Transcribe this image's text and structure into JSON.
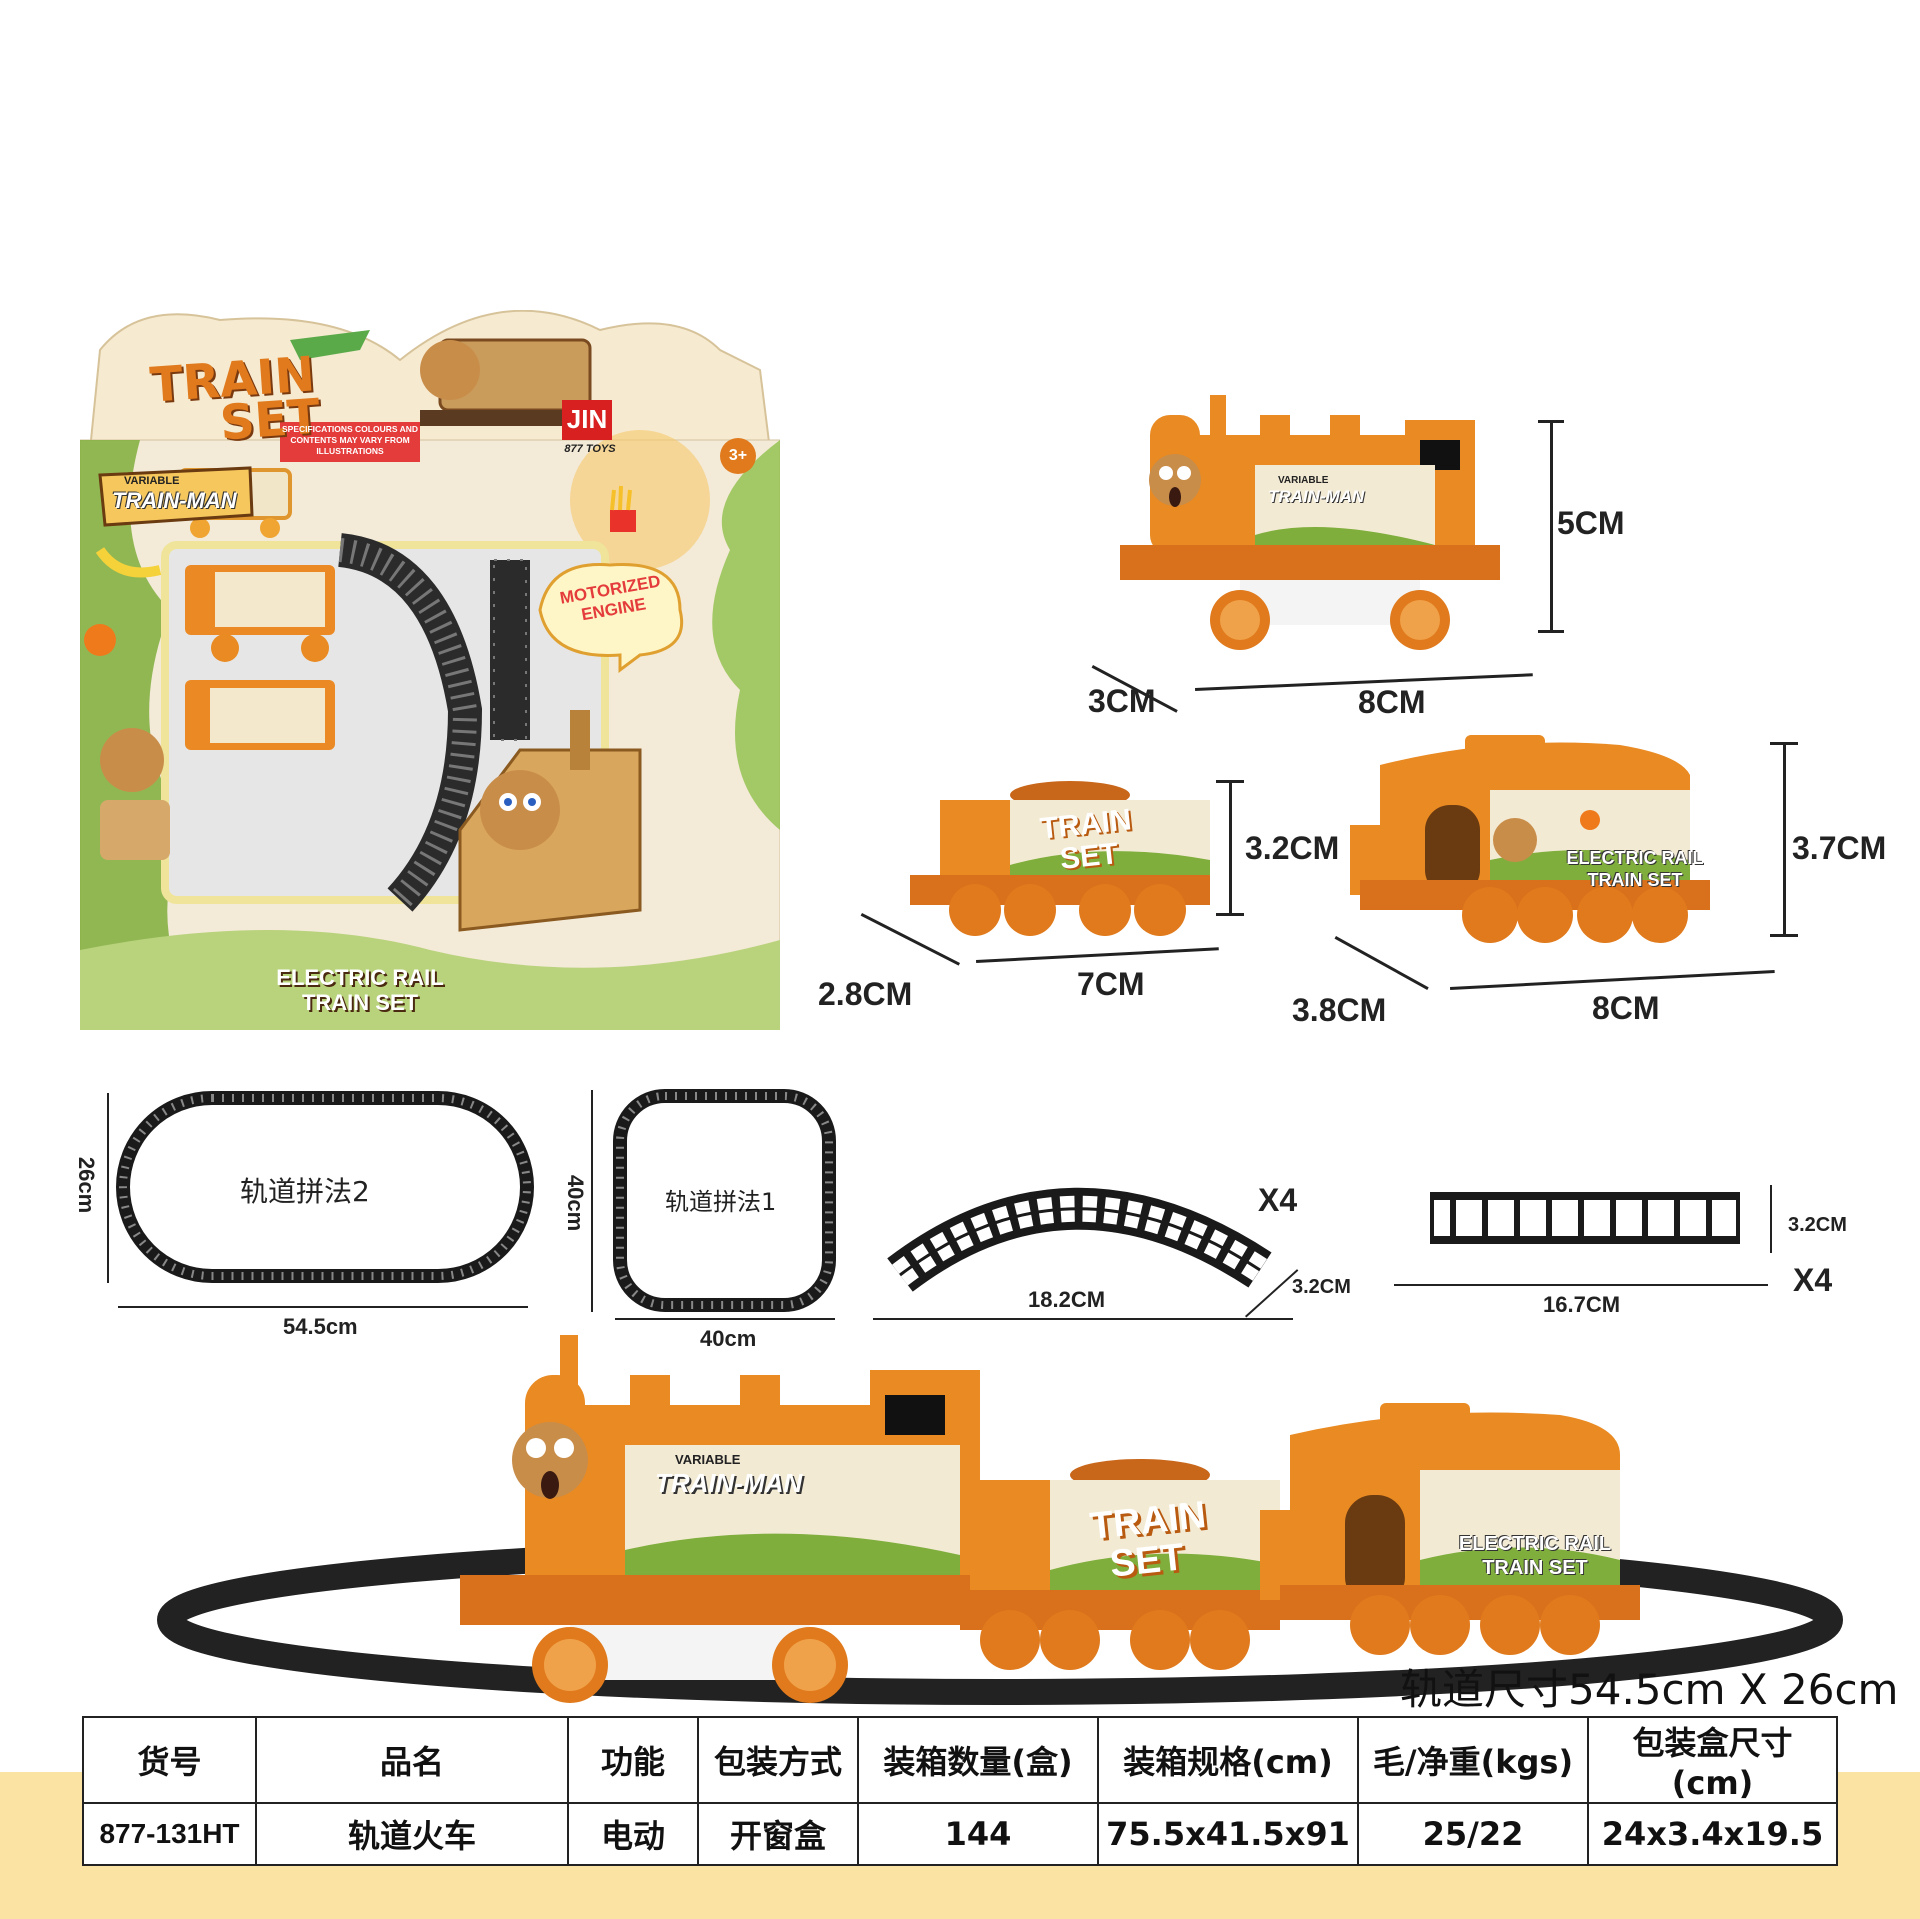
{
  "package": {
    "title_line1": "TRAIN",
    "title_line2": "SET",
    "age": "3+",
    "brand": "JIN",
    "brand_sub": "877 TOYS",
    "series_top": "VARIABLE",
    "series_name": "TRAIN-MAN",
    "disclaimer": "SPECIFICATIONS COLOURS AND CONTENTS MAY VARY FROM ILLUSTRATIONS",
    "badge": "MOTORIZED ENGINE",
    "bottom_line1": "ELECTRIC RAIL",
    "bottom_line2": "TRAIN SET"
  },
  "engine_dims": {
    "height": "5CM",
    "depth": "3CM",
    "length": "8CM"
  },
  "coal_car_dims": {
    "height": "3.2CM",
    "depth": "2.8CM",
    "length": "7CM"
  },
  "caboose_dims": {
    "height": "3.7CM",
    "depth": "3.8CM",
    "length": "8CM"
  },
  "car_labels": {
    "engine_series": "VARIABLE",
    "engine_name": "TRAIN-MAN",
    "coal_line1": "TRAIN",
    "coal_line2": "SET",
    "caboose_line1": "ELECTRIC RAIL",
    "caboose_line2": "TRAIN SET"
  },
  "layouts": {
    "oval": {
      "label": "轨道拼法2",
      "height": "26cm",
      "width": "54.5cm"
    },
    "square": {
      "label": "轨道拼法1",
      "height": "40cm",
      "width": "40cm"
    }
  },
  "curved_track": {
    "count": "X4",
    "length": "18.2CM",
    "width": "3.2CM"
  },
  "straight_track": {
    "count": "X4",
    "length": "16.7CM",
    "width": "3.2CM"
  },
  "track_size": "轨道尺寸54.5cm X 26cm",
  "table": {
    "headers": [
      "货号",
      "品名",
      "功能",
      "包装方式",
      "装箱数量(盒)",
      "装箱规格(cm)",
      "毛/净重(kgs)",
      "包装盒尺寸(cm)"
    ],
    "row": [
      "877-131HT",
      "轨道火车",
      "电动",
      "开窗盒",
      "144",
      "75.5x41.5x91",
      "25/22",
      "24x3.4x19.5"
    ]
  },
  "colors": {
    "orange": "#e98a22",
    "dark_orange": "#c8661a",
    "green": "#7fae3c",
    "track": "#2b2b2b",
    "band": "#fbe3a3"
  }
}
